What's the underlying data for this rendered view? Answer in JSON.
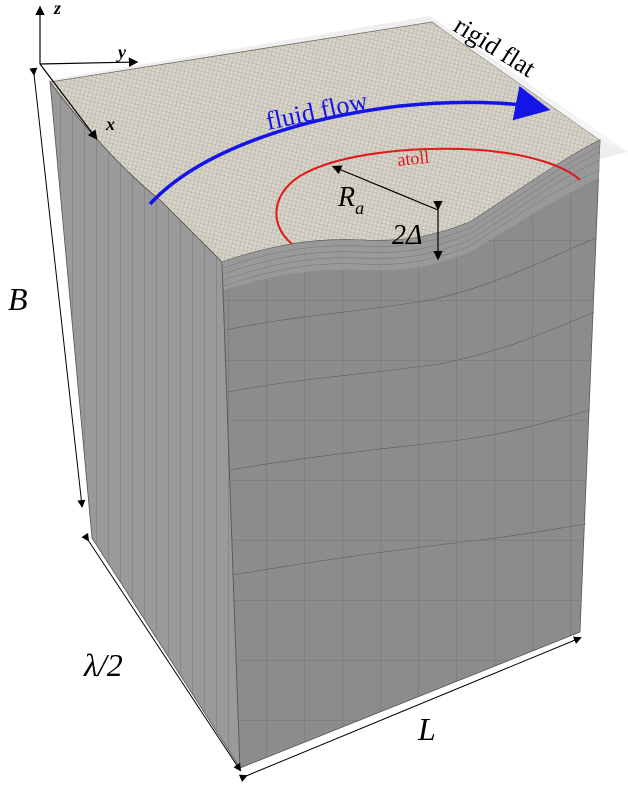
{
  "axes": {
    "z": "z",
    "y": "y",
    "x": "x"
  },
  "labels": {
    "rigid_flat": "rigid flat",
    "fluid_flow": "fluid flow",
    "atoll": "atoll",
    "radius_main": "R",
    "radius_sub": "a",
    "gap": "2Δ",
    "height": "B",
    "half_wavelength": "λ/2",
    "length": "L"
  },
  "colors": {
    "fluid_flow": "#1414e6",
    "atoll": "#e01a1a",
    "solid_face": "#8c8c8c",
    "top_surface": "#cfcbc0",
    "rigid_flat": "#e6e6e6"
  }
}
